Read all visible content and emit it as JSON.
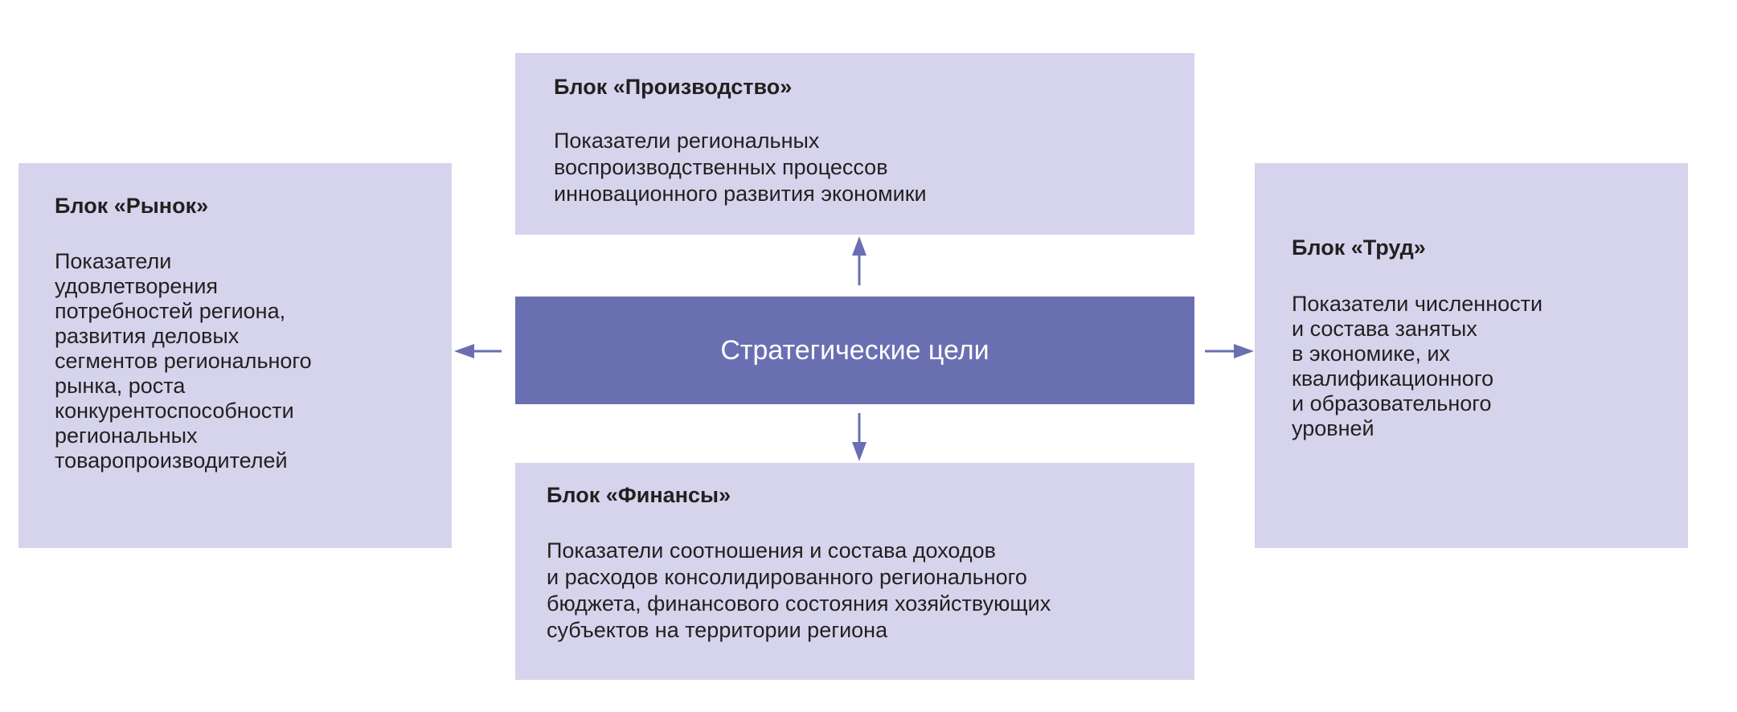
{
  "center": {
    "label": "Стратегические цели"
  },
  "blocks": {
    "production": {
      "title": "Блок «Производство»",
      "text": "Показатели региональных\nвоспроизводственных процессов\nинновационного развития экономики"
    },
    "market": {
      "title": "Блок «Рынок»",
      "text": "Показатели\nудовлетворения\nпотребностей региона,\nразвития деловых\nсегментов регионального\nрынка, роста\nконкурентоспособности\nрегиональных\nтоваропроизводителей"
    },
    "labor": {
      "title": "Блок «Труд»",
      "text": "Показатели численности\nи состава занятых\nв экономике, их\nквалификационного\nи образовательного\nуровней"
    },
    "finance": {
      "title": "Блок «Финансы»",
      "text": "Показатели соотношения и состава доходов\nи расходов консолидированного регионального\nбюджета, финансового состояния хозяйствующих\nсубъектов на территории региона"
    }
  },
  "colors": {
    "box": "#d6d4ec",
    "center": "#6a6fb2",
    "arrow": "#6a6fb2"
  }
}
